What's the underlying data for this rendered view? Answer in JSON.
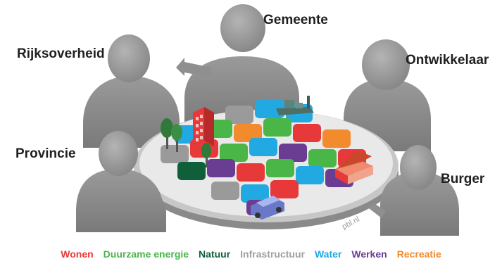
{
  "actors": {
    "gemeente": "Gemeente",
    "rijksoverheid": "Rijksoverheid",
    "ontwikkelaar": "Ontwikkelaar",
    "provincie": "Provincie",
    "burger": "Burger"
  },
  "credit": "pbl.nl",
  "legend": [
    {
      "label": "Wonen",
      "color": "#e8393a"
    },
    {
      "label": "Duurzame energie",
      "color": "#4ab648"
    },
    {
      "label": "Natuur",
      "color": "#0f5f3a"
    },
    {
      "label": "Infrastructuur",
      "color": "#a0a0a0"
    },
    {
      "label": "Water",
      "color": "#22a9e1"
    },
    {
      "label": "Werken",
      "color": "#6a3d93"
    },
    {
      "label": "Recreatie",
      "color": "#f28a2e"
    }
  ]
}
